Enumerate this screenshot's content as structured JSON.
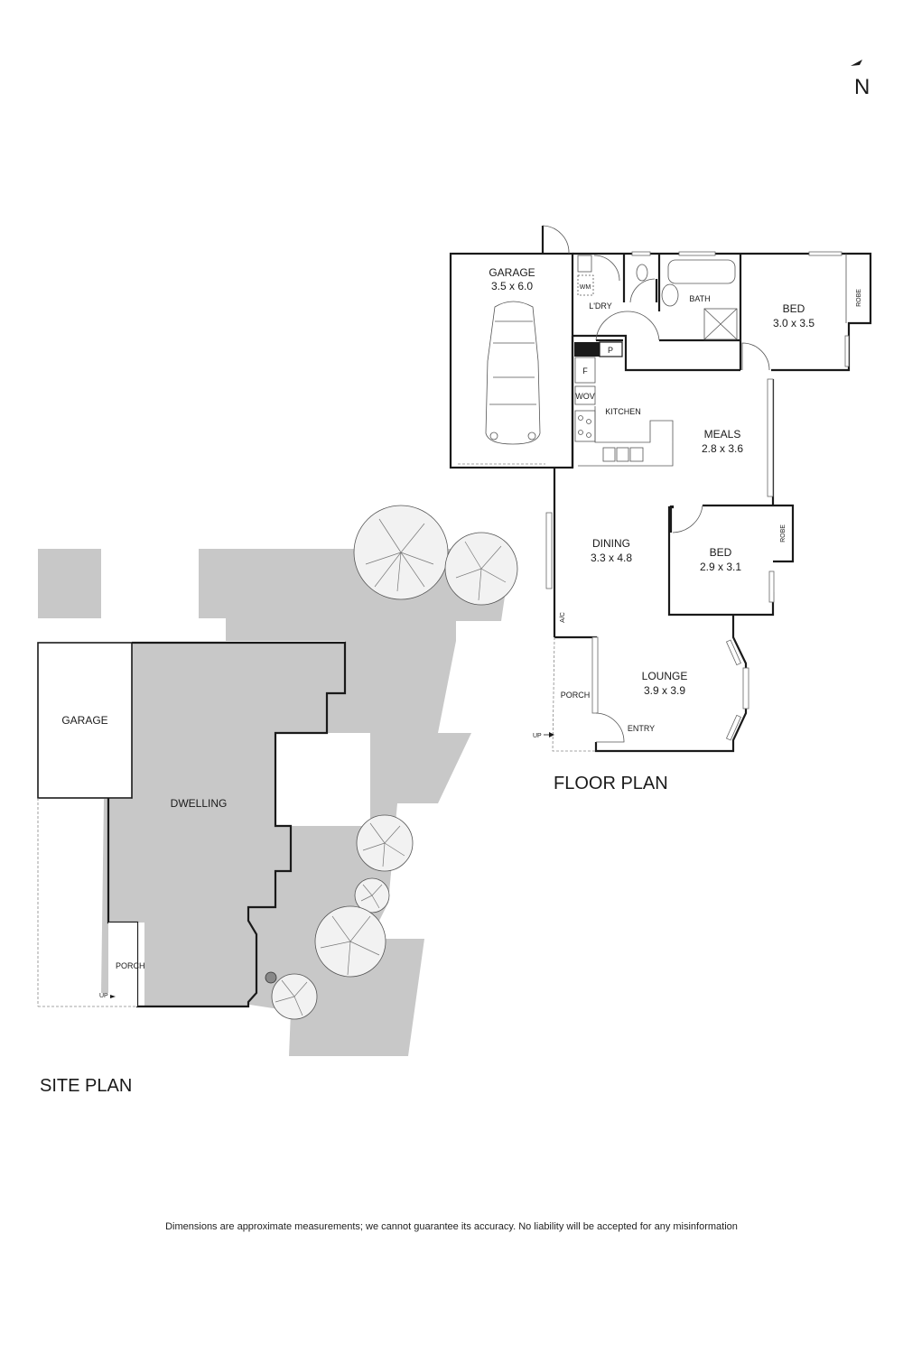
{
  "north_arrow": {
    "label": "N"
  },
  "floor_plan": {
    "title": "FLOOR PLAN",
    "rooms": [
      {
        "name": "GARAGE",
        "dims": "3.5 x 6.0"
      },
      {
        "name": "L'DRY",
        "dims": ""
      },
      {
        "name": "BATH",
        "dims": ""
      },
      {
        "name": "BED",
        "dims": "3.0 x 3.5"
      },
      {
        "name": "KITCHEN",
        "dims": ""
      },
      {
        "name": "MEALS",
        "dims": "2.8 x 3.6"
      },
      {
        "name": "DINING",
        "dims": "3.3 x 4.8"
      },
      {
        "name": "BED",
        "dims": "2.9 x 3.1"
      },
      {
        "name": "LOUNGE",
        "dims": "3.9 x 3.9"
      },
      {
        "name": "PORCH",
        "dims": ""
      },
      {
        "name": "ENTRY",
        "dims": ""
      }
    ],
    "fixtures": {
      "wm": "WM",
      "pantry": "P",
      "fridge": "F",
      "wall_oven": "WOV",
      "robe_1": "ROBE",
      "robe_2": "ROBE",
      "ac": "A/C",
      "up": "UP"
    }
  },
  "site_plan": {
    "title": "SITE PLAN",
    "labels": {
      "garage": "GARAGE",
      "dwelling": "DWELLING",
      "porch": "PORCH",
      "up": "UP"
    }
  },
  "disclaimer": "Dimensions are approximate measurements; we cannot guarantee its accuracy. No liability will be accepted for any misinformation"
}
